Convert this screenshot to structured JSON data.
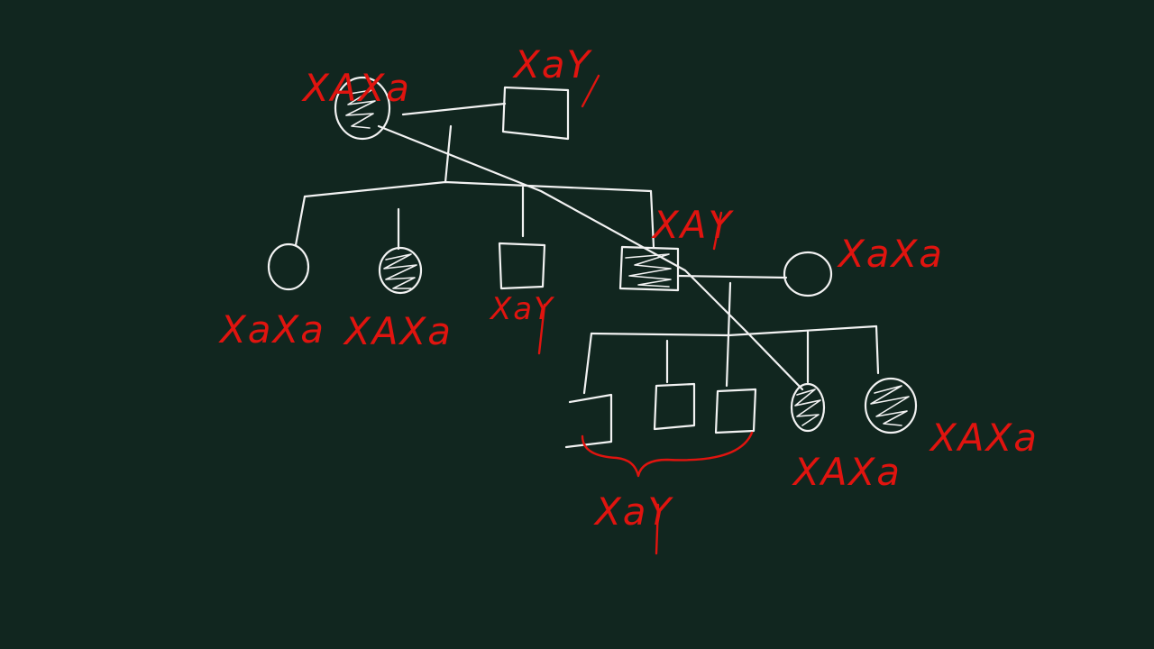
{
  "colors": {
    "background": "#11261f",
    "chalk": "#f2f2f2",
    "annotation": "#e0140f"
  },
  "pedigree": {
    "generation1": {
      "mother": {
        "genotype": "XAXa",
        "affected": true
      },
      "father": {
        "genotype": "XaY",
        "affected": false
      }
    },
    "generation2": {
      "daughter1": {
        "genotype": "XaXa",
        "affected": false
      },
      "daughter2": {
        "genotype": "XAXa",
        "affected": true
      },
      "son1": {
        "genotype": "XaY",
        "affected": false
      },
      "son2": {
        "genotype": "XAY",
        "affected": true
      },
      "son2_spouse": {
        "genotype": "XaXa",
        "affected": false
      }
    },
    "generation3": {
      "sons_group": {
        "genotype": "XaY",
        "affected": false
      },
      "daughter1": {
        "genotype": "XAXa",
        "affected": true
      },
      "daughter2": {
        "genotype": "XAXa",
        "affected": true
      }
    }
  }
}
